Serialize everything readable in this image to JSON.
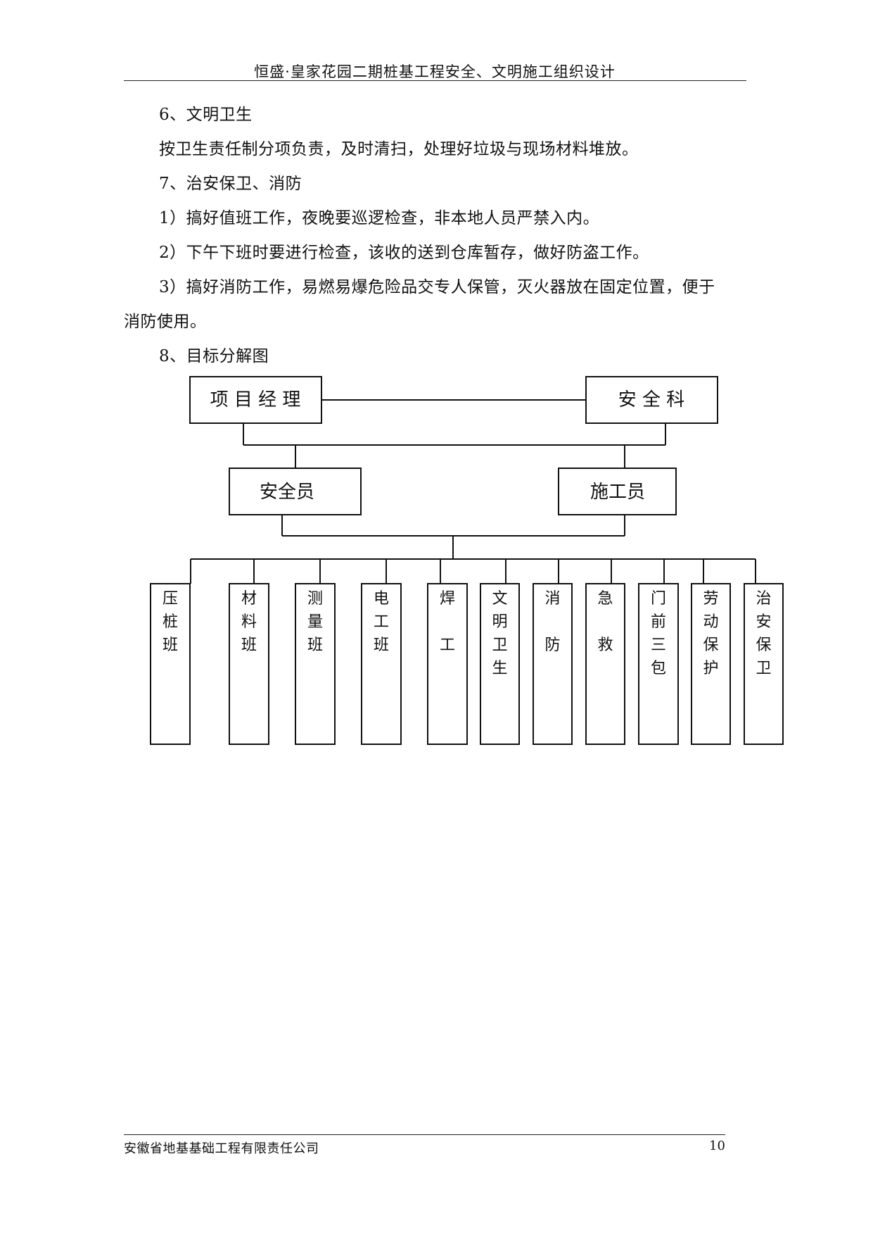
{
  "header": {
    "title": "恒盛·皇家花园二期桩基工程安全、文明施工组织设计"
  },
  "body": {
    "heading6": "6、文明卫生",
    "para6": "按卫生责任制分项负责，及时清扫，处理好垃圾与现场材料堆放。",
    "heading7": "7、治安保卫、消防",
    "item1": "1）搞好值班工作，夜晚要巡逻检查，非本地人员严禁入内。",
    "item2": "2）下午下班时要进行检查，该收的送到仓库暂存，做好防盗工作。",
    "item3_line1": "3）搞好消防工作，易燃易爆危险品交专人保管，灭火器放在固定位置，便于",
    "item3_line2": "消防使用。",
    "heading8": "8、目标分解图"
  },
  "org_chart": {
    "top_left": "项 目 经 理",
    "top_right": "安 全 科",
    "mid_left": "安全员",
    "mid_right": "施工员",
    "units": [
      {
        "label": "压桩班"
      },
      {
        "label": "材料班"
      },
      {
        "label": "测量班"
      },
      {
        "label": "电工班"
      },
      {
        "label": "焊工"
      },
      {
        "label": "文明卫生"
      },
      {
        "label": "消防"
      },
      {
        "label": "急救"
      },
      {
        "label": "门前三包"
      },
      {
        "label": "劳动保护"
      },
      {
        "label": "治安保卫"
      }
    ]
  },
  "footer": {
    "company": "安徽省地基基础工程有限责任公司",
    "page_number": "10"
  }
}
